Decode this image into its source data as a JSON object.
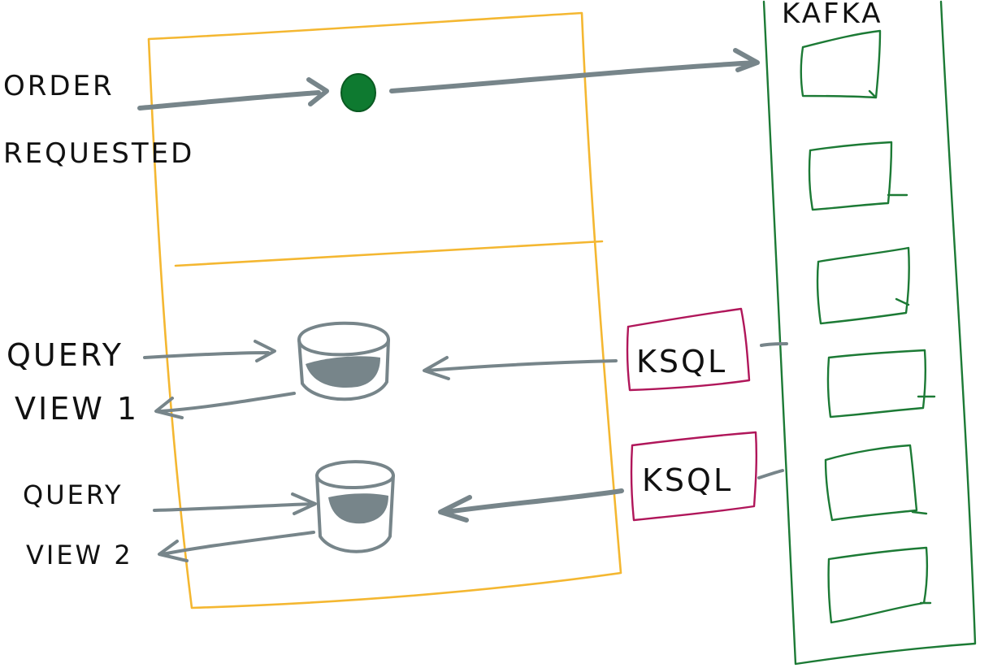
{
  "labels": {
    "kafka": "KAFKA",
    "order_line1": "ORDER",
    "order_line2": "REQUESTED",
    "query1_line1": "QUERY",
    "query1_line2": "VIEW 1",
    "query2_line1": "QUERY",
    "query2_line2": "VIEW 2",
    "ksql_top": "KSQL",
    "ksql_bottom": "KSQL"
  },
  "colors": {
    "service_box": "#f4b731",
    "kafka": "#1c7a35",
    "ksql": "#b0165a",
    "arrows": "#77858a",
    "event_dot": "#0e7a30"
  },
  "kafka_partitions": 6
}
